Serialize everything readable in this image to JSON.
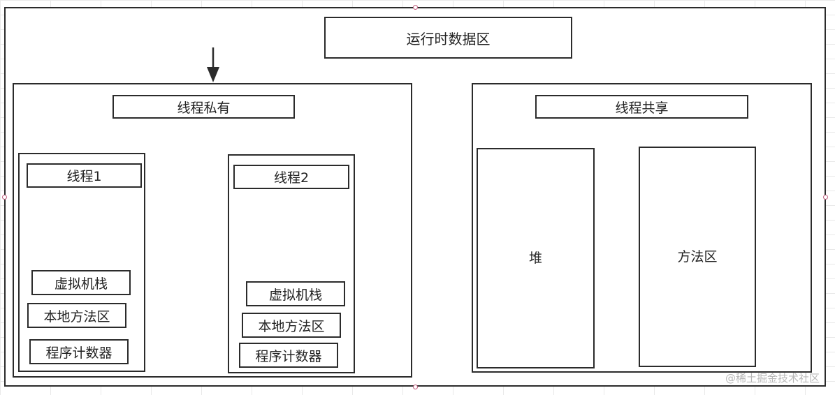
{
  "runtime_data_area": {
    "title": "运行时数据区"
  },
  "thread_private": {
    "title": "线程私有",
    "threads": [
      {
        "title": "线程1",
        "items": [
          "虚拟机栈",
          "本地方法区",
          "程序计数器"
        ]
      },
      {
        "title": "线程2",
        "items": [
          "虚拟机栈",
          "本地方法区",
          "程序计数器"
        ]
      }
    ]
  },
  "thread_shared": {
    "title": "线程共享",
    "heap": "堆",
    "method_area": "方法区"
  },
  "watermark": "@稀土掘金技术社区",
  "colors": {
    "stroke": "#2b2b2b",
    "grid": "#e9e9e9",
    "handle": "#c06080"
  }
}
